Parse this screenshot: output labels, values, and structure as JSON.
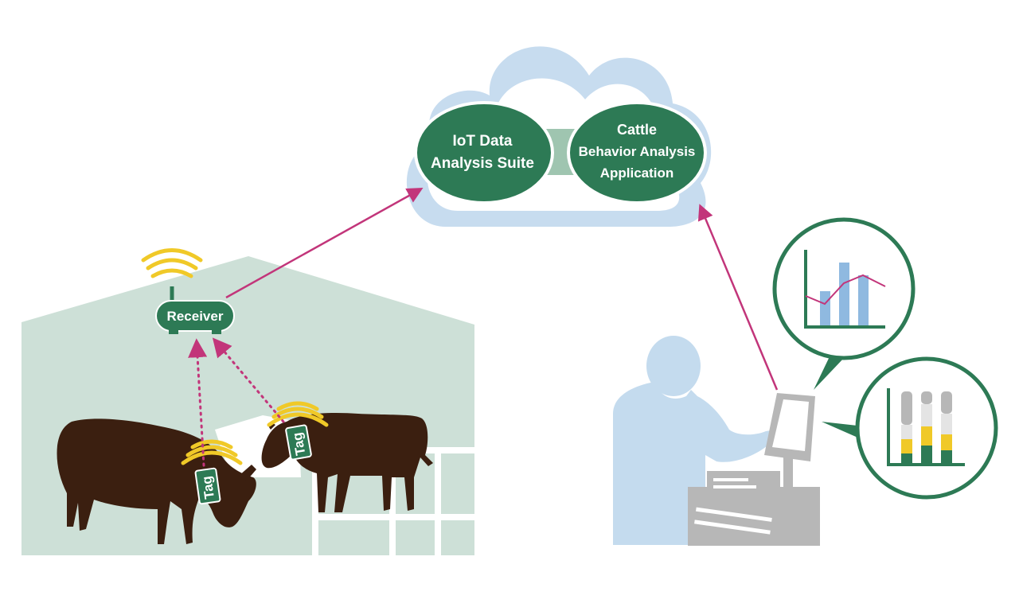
{
  "cloud": {
    "left_node": {
      "line1": "IoT Data",
      "line2": "Analysis Suite"
    },
    "right_node": {
      "line1": "Cattle",
      "line2": "Behavior Analysis",
      "line3": "Application"
    }
  },
  "receiver": {
    "label": "Receiver"
  },
  "tags": [
    {
      "label": "Tag"
    },
    {
      "label": "Tag"
    }
  ],
  "colors": {
    "green": "#2d7a55",
    "cloud_fill": "#c7dcef",
    "barn_fill": "#cde0d7",
    "arrow": "#c2357a",
    "signal": "#f0c928",
    "cow": "#3b1f10",
    "person": "#c4dbee",
    "terminal": "#b7b7b7"
  },
  "icons": [
    "cloud-icon",
    "barn-icon",
    "receiver-icon",
    "wifi-signal-icon",
    "cow-icon",
    "tag-icon",
    "person-icon",
    "terminal-icon",
    "bar-line-chart-icon",
    "stacked-bar-chart-icon"
  ]
}
